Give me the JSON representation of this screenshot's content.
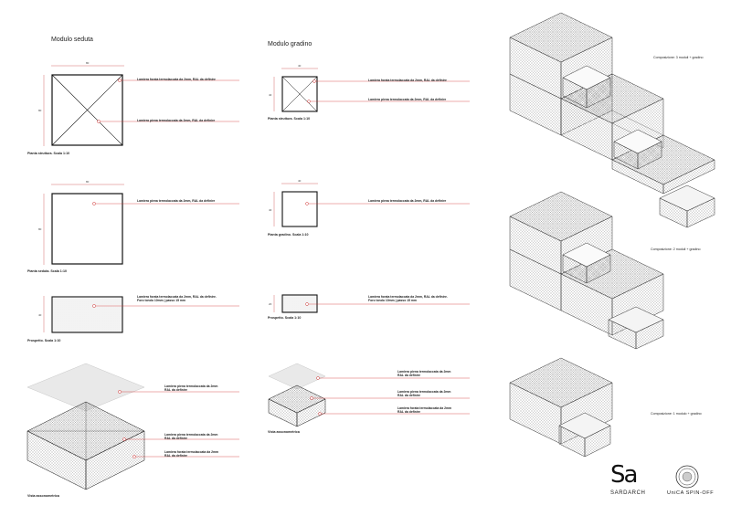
{
  "modulo_seduta": {
    "title": "Modulo seduta",
    "pianta_struttura": {
      "caption": "Pianta struttura. Scala 1:10",
      "dim_w": "80",
      "dim_h": "80",
      "ann1": "Lamiera forata termolaccata da 2mm, RAL da definire",
      "ann2": "Lamiera piena termolaccata da 2mm, RAL da definire"
    },
    "pianta_seduta": {
      "caption": "Pianta seduta. Scala 1:10",
      "dim_w": "80",
      "dim_h": "80",
      "ann": "Lamiera piena termolaccata da 2mm, RAL da definire"
    },
    "prospetto": {
      "caption": "Prospetto. Scala 1:10",
      "dim_h": "40",
      "ann_l1": "Lamiera forata termolaccata da 2mm, RAL da definire.",
      "ann_l2": "Foro tondo 10mm | passo 15 mm"
    },
    "vista": {
      "caption": "Vista assonometrica",
      "a1_l1": "Lamiera piena termolaccata da 2mm",
      "a1_l2": "RAL da definire",
      "a2_l1": "Lamiera piena termolaccata da 2mm",
      "a2_l2": "RAL da definire",
      "a3_l1": "Lamiera forata termolaccata da 2mm",
      "a3_l2": "RAL da definire"
    }
  },
  "modulo_gradino": {
    "title": "Modulo gradino",
    "pianta_struttura": {
      "caption": "Pianta struttura. Scala 1:10",
      "dim_w": "40",
      "dim_h": "40",
      "ann1": "Lamiera forata termolaccata da 2mm, RAL da definire",
      "ann2": "Lamiera piena termolaccata da 2mm, RAL da definire"
    },
    "pianta_gradino": {
      "caption": "Pianta gradino. Scala 1:10",
      "dim_w": "40",
      "dim_h": "40",
      "ann": "Lamiera piena termolaccata da 2mm, RAL da definire"
    },
    "prospetto": {
      "caption": "Prospetto. Scala 1:10",
      "dim_h": "20",
      "ann_l1": "Lamiera forata termolaccata da 2mm, RAL da definire.",
      "ann_l2": "Foro tondo 10mm | passo 15 mm"
    },
    "vista": {
      "caption": "Vista assonometrica",
      "a1_l1": "Lamiera piena termolaccata da 2mm",
      "a1_l2": "RAL da definire",
      "a2_l1": "Lamiera piena termolaccata da 2mm",
      "a2_l2": "RAL da definire",
      "a3_l1": "Lamiera forata termolaccata da 2mm",
      "a3_l2": "RAL da definire"
    }
  },
  "composizioni": {
    "c3": "Composizione: 3 moduli + gradino",
    "c2": "Composizione: 2 moduli + gradino",
    "c1": "Composizione: 1 modulo + gradino"
  },
  "logos": {
    "sardarch_mark": "Sa",
    "sardarch_text": "SARDARCH",
    "unica_text": "UniCA SPIN-OFF"
  },
  "colors": {
    "annotation_line": "#d03030",
    "stroke": "#111111",
    "mesh": "#9a9a9a"
  }
}
